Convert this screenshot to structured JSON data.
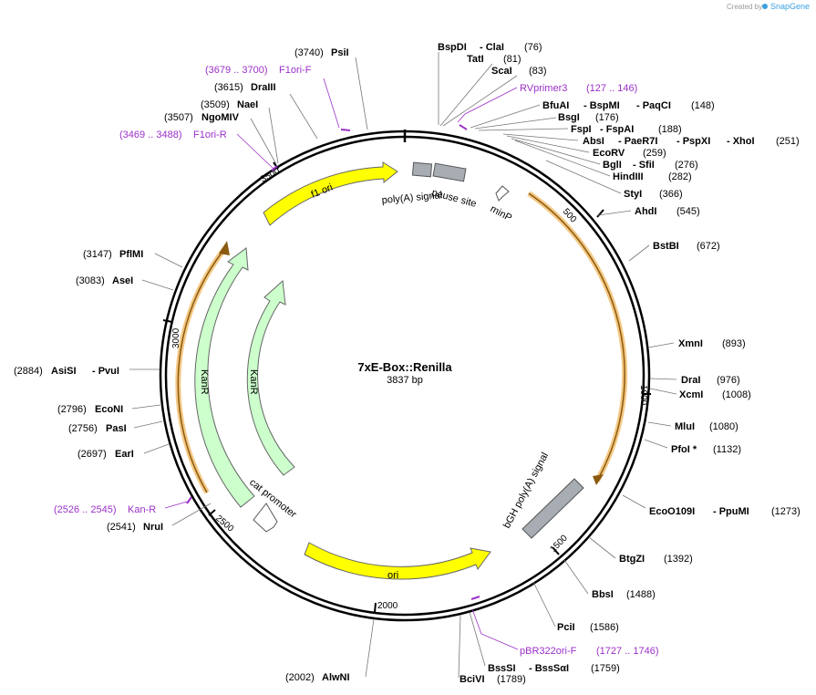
{
  "credit": {
    "created_by": "Created by",
    "brand": "SnapGene"
  },
  "plasmid": {
    "name": "7xE-Box::Renilla",
    "length": "3837 bp"
  },
  "ticks": [
    "500",
    "1000",
    "1500",
    "2000",
    "2500",
    "3000",
    "3500"
  ],
  "features": {
    "f1_ori": "f1 ori",
    "polyA": "poly(A) signal",
    "pause": "pause site",
    "minP": "minP",
    "bgh": "bGH poly(A) signal",
    "ori": "ori",
    "kanR_outer": "KanR",
    "kanR_inner": "KanR",
    "cat": "cat promoter"
  },
  "labels": {
    "psiI_pos": "(3740)",
    "psiI": "PsiI",
    "f1oriF_pos": "(3679 .. 3700)",
    "f1oriF": "F1ori-F",
    "draIII_pos": "(3615)",
    "draIII": "DraIII",
    "naeI_pos": "(3509)",
    "naeI": "NaeI",
    "ngoMIV_pos": "(3507)",
    "ngoMIV": "NgoMIV",
    "f1oriR_pos": "(3469 .. 3488)",
    "f1oriR": "F1ori-R",
    "bspDI": "BspDI",
    "claI": "- ClaI",
    "claI_pos": "(76)",
    "tatI": "TatI",
    "tatI_pos": "(81)",
    "scaI": "ScaI",
    "scaI_pos": "(83)",
    "rvprimer": "RVprimer3",
    "rvprimer_pos": "(127 .. 146)",
    "bfuAI": "BfuAI",
    "bspMI": "- BspMI",
    "paqCI": "- PaqCI",
    "bfuAI_pos": "(148)",
    "bsgI": "BsgI",
    "bsgI_pos": "(176)",
    "fspI": "FspI",
    "fspAI": "- FspAI",
    "fspI_pos": "(188)",
    "absI": "AbsI",
    "paeR7I": "- PaeR7I",
    "pspXI": "- PspXI",
    "xhoI": "- XhoI",
    "absI_pos": "(251)",
    "ecoRV": "EcoRV",
    "ecoRV_pos": "(259)",
    "bglI": "BglI",
    "sfiI": "- SfiI",
    "bglI_pos": "(276)",
    "hindIII": "HindIII",
    "hindIII_pos": "(282)",
    "styI": "StyI",
    "styI_pos": "(366)",
    "ahdI": "AhdI",
    "ahdI_pos": "(545)",
    "bstBI": "BstBI",
    "bstBI_pos": "(672)",
    "xmnI": "XmnI",
    "xmnI_pos": "(893)",
    "draI": "DraI",
    "draI_pos": "(976)",
    "xcmI": "XcmI",
    "xcmI_pos": "(1008)",
    "mluI": "MluI",
    "mluI_pos": "(1080)",
    "pfoI": "PfoI *",
    "pfoI_pos": "(1132)",
    "ecoO109I": "EcoO109I",
    "ppuMI": "- PpuMI",
    "ecoO109I_pos": "(1273)",
    "btgZI": "BtgZI",
    "btgZI_pos": "(1392)",
    "bbsI": "BbsI",
    "bbsI_pos": "(1488)",
    "pciI": "PciI",
    "pciI_pos": "(1586)",
    "pbr": "pBR322ori-F",
    "pbr_pos": "(1727 .. 1746)",
    "bssSI_pos": "(1759)",
    "bssSI": "BssSI",
    "bssSaI": "- BssSαI",
    "bciVI_pos": "(1789)",
    "bciVI": "BciVI",
    "alwNI_pos": "(2002)",
    "alwNI": "AlwNI",
    "nruI_pos": "(2541)",
    "nruI": "NruI",
    "kanRp_pos": "(2526 .. 2545)",
    "kanRp": "Kan-R",
    "earI_pos": "(2697)",
    "earI": "EarI",
    "pasI_pos": "(2756)",
    "pasI": "PasI",
    "ecoNI_pos": "(2796)",
    "ecoNI": "EcoNI",
    "asiSI_pos": "(2884)",
    "asiSI": "AsiSI",
    "pvuI": "- PvuI",
    "aseI_pos": "(3083)",
    "aseI": "AseI",
    "pflMI_pos": "(3147)",
    "pflMI": "PflMI"
  },
  "colors": {
    "primer": "#9b30c8",
    "yellow": "#ffff00",
    "green": "#ccffcc",
    "grey": "#a8adb3",
    "orange": "#f0b050"
  }
}
